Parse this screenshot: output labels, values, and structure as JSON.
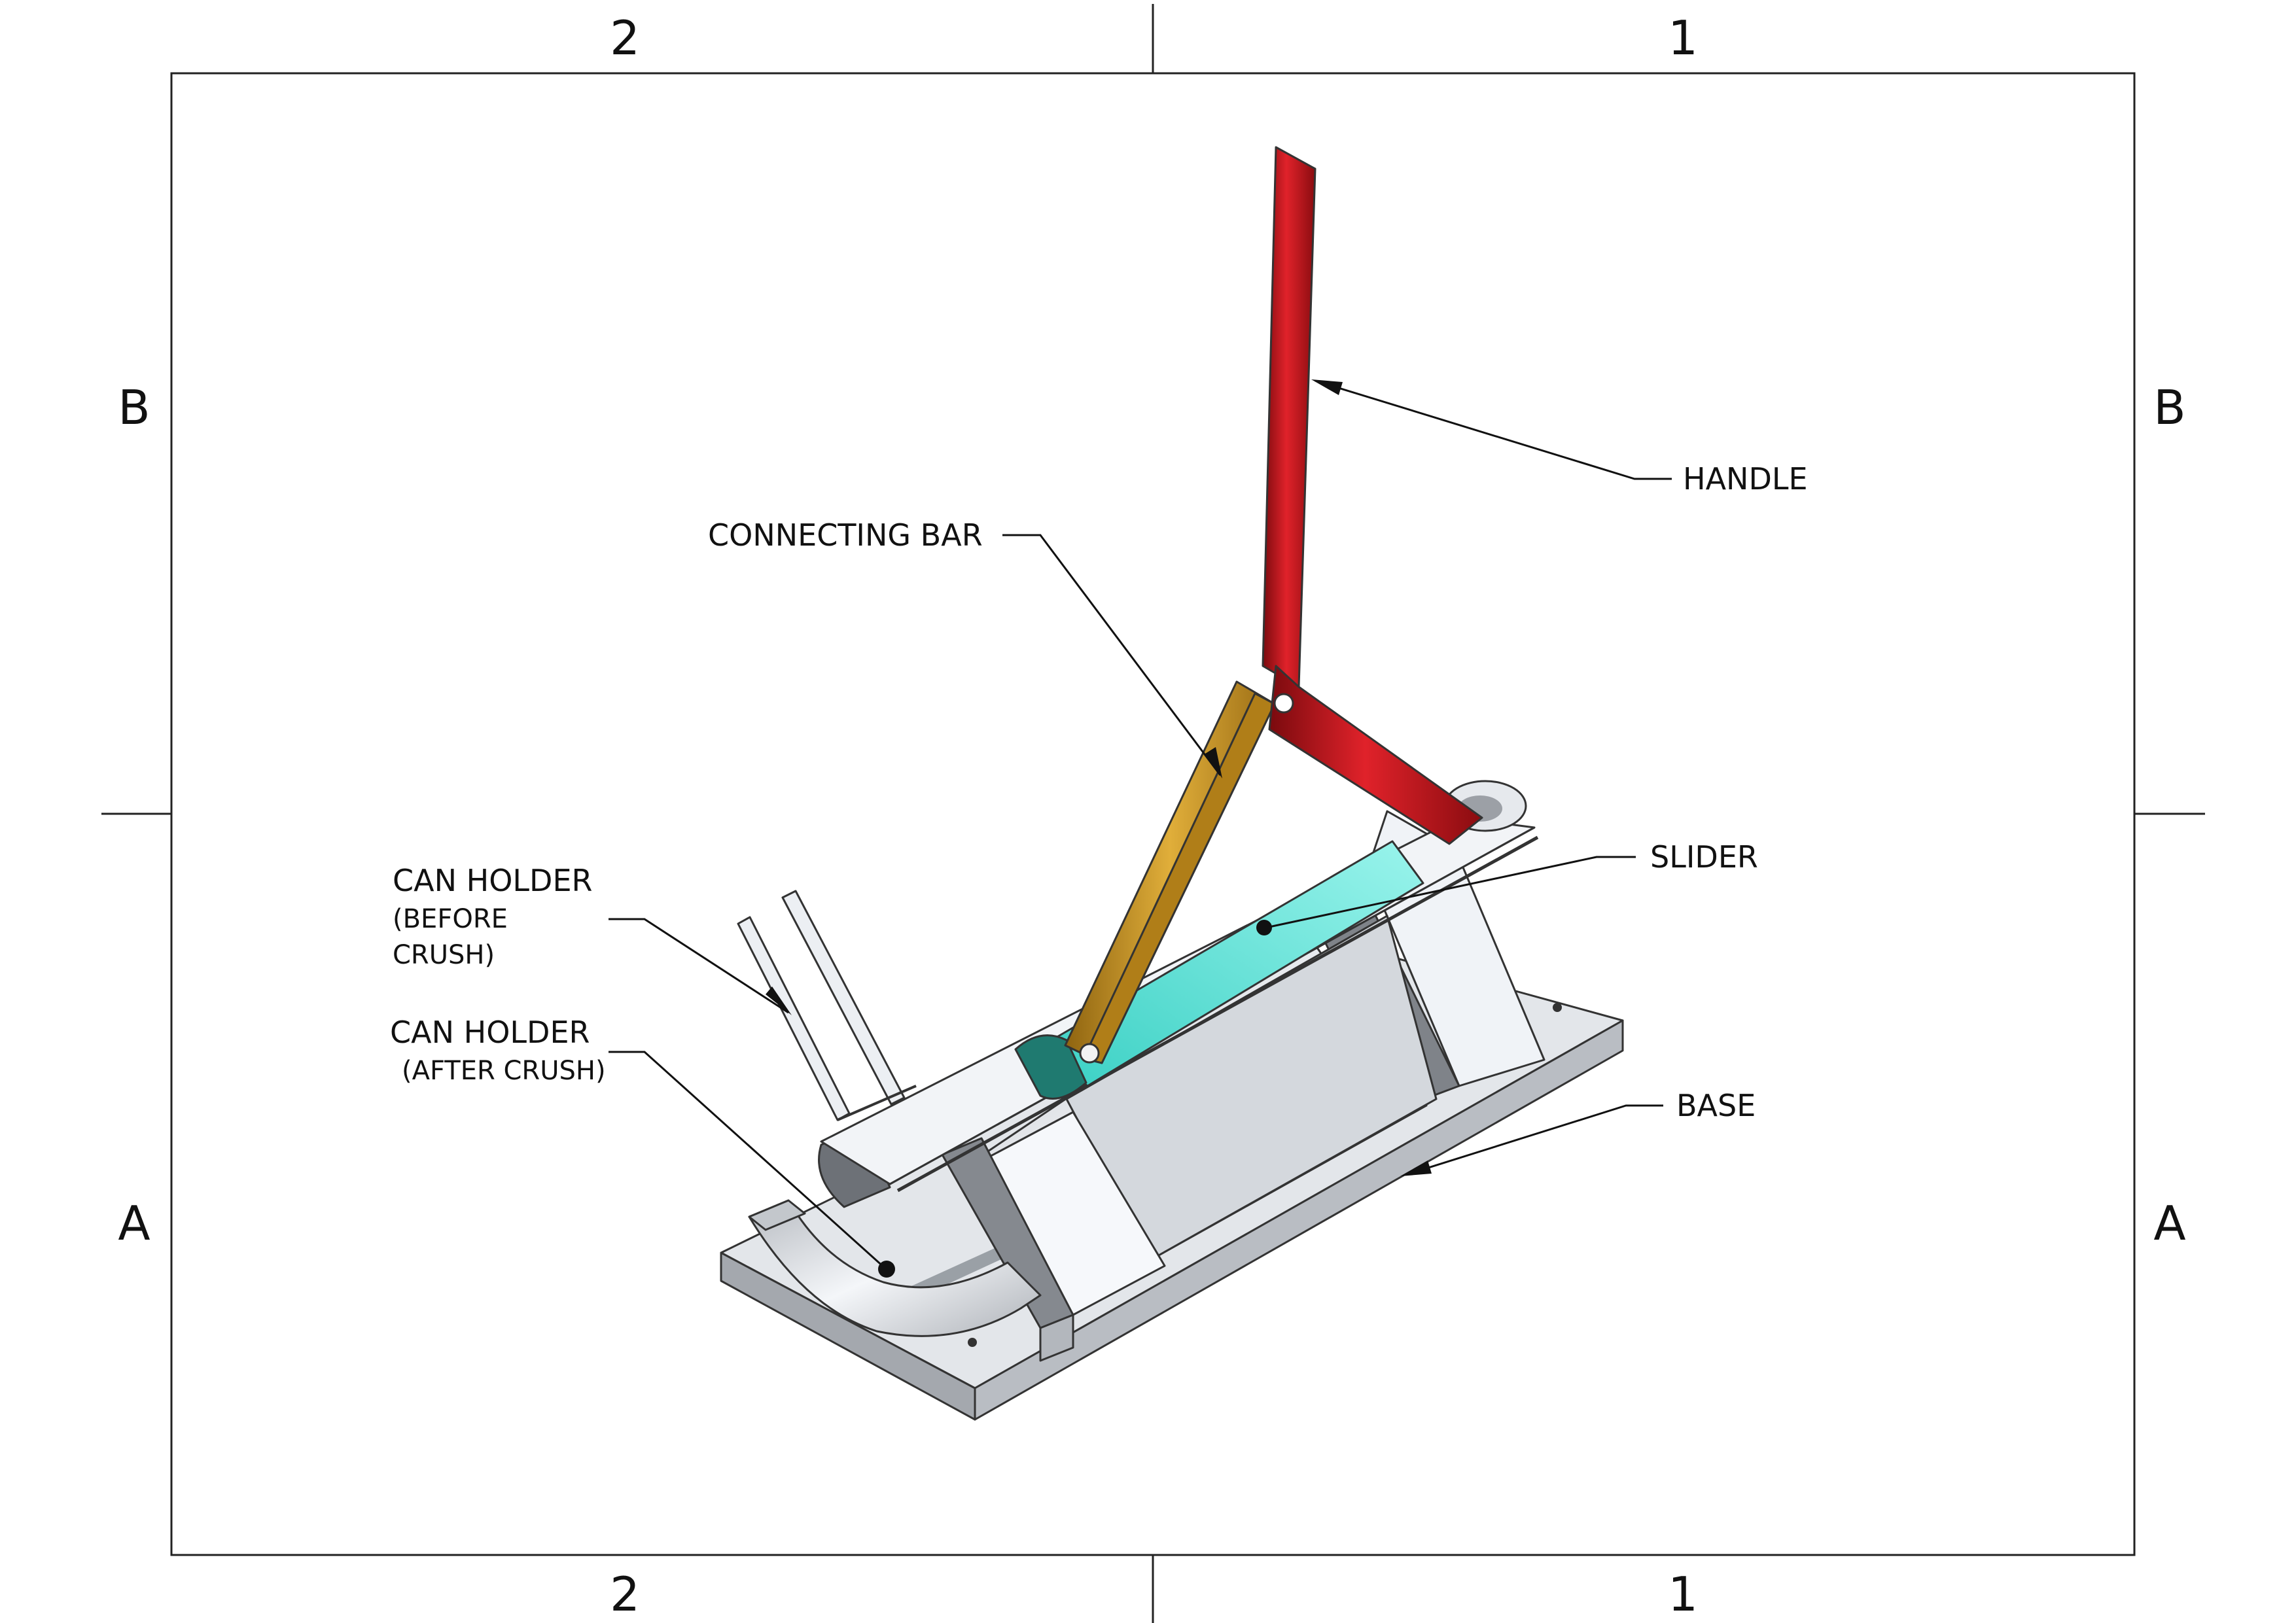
{
  "sheet": {
    "zones_top": [
      "2",
      "1"
    ],
    "zones_bottom": [
      "2",
      "1"
    ],
    "zones_left": [
      "B",
      "A"
    ],
    "zones_right": [
      "B",
      "A"
    ]
  },
  "callouts": {
    "handle": "HANDLE",
    "connecting_bar": "CONNECTING BAR",
    "slider": "SLIDER",
    "base": "BASE",
    "can_holder_before": {
      "line1": "CAN HOLDER",
      "line2": "(BEFORE",
      "line3": "CRUSH)"
    },
    "can_holder_after": {
      "line1": "CAN HOLDER",
      "line2": "(AFTER CRUSH)"
    }
  },
  "colors": {
    "handle": "#c0141a",
    "connecting_bar": "#c8961e",
    "slider": "#56e0d4",
    "slider_end": "#1f7a70",
    "metal_light": "#eef1f5",
    "metal_mid": "#c9cdd3",
    "metal_dark": "#8e9298"
  }
}
